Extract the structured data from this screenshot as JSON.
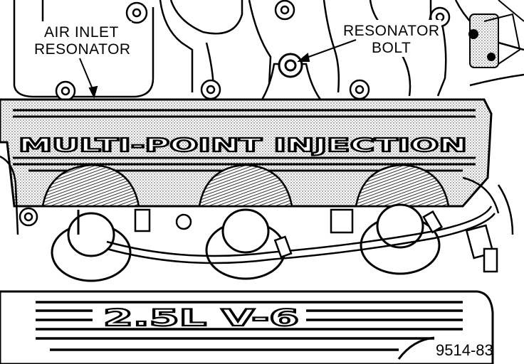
{
  "labels": {
    "air_inlet_line1": "AIR INLET",
    "air_inlet_line2": "RESONATOR",
    "resonator_bolt_line1": "RESONATOR",
    "resonator_bolt_line2": "BOLT"
  },
  "embossed_text": {
    "manifold": "MULTI-POINT INJECTION",
    "engine_cover": "2.5L V-6"
  },
  "figure_number": "9514-83"
}
